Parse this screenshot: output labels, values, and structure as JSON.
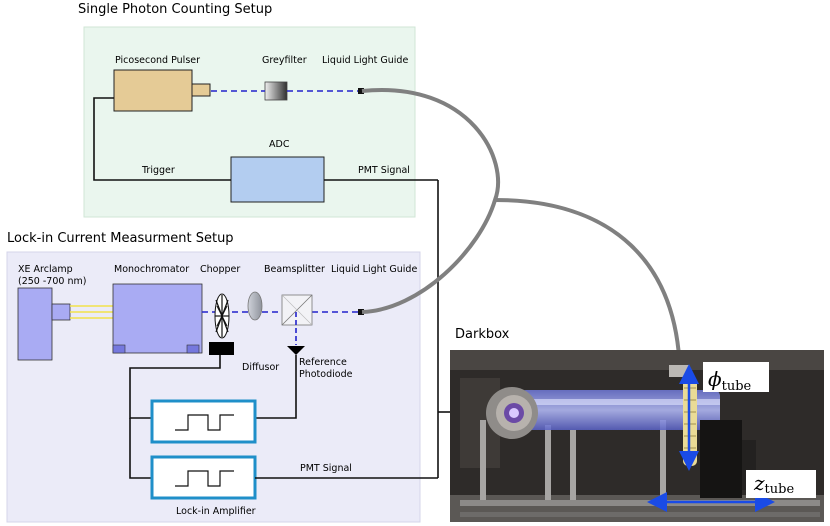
{
  "spc": {
    "title": "Single Photon Counting Setup",
    "pulser": "Picosecond Pulser",
    "greyfilter": "Greyfilter",
    "llg": "Liquid Light Guide",
    "adc": "ADC",
    "trigger": "Trigger",
    "pmt_signal": "PMT Signal"
  },
  "lockin": {
    "title": "Lock-in Current Measurment Setup",
    "arclamp_line1": "XE Arclamp",
    "arclamp_line2": "(250 -700 nm)",
    "monochromator": "Monochromator",
    "chopper": "Chopper",
    "beamsplitter": "Beamsplitter",
    "llg": "Liquid Light Guide",
    "diffusor": "Diffusor",
    "ref_line1": "Reference",
    "ref_line2": "Photodiode",
    "pmt_signal": "PMT Signal",
    "amplifier": "Lock-in Amplifier"
  },
  "darkbox": {
    "title": "Darkbox",
    "phi_symbol": "ϕ",
    "phi_sub": "tube",
    "z_symbol": "z",
    "z_sub": "tube"
  },
  "colors": {
    "spc_panel": "#eaf6ee",
    "lockin_panel": "#ebebf8",
    "pulser": "#e5cb96",
    "adc": "#b3cdf0",
    "lockin_blue": "#a9abf3",
    "amp_border": "#1f8fc9",
    "beam": "#2222cc",
    "fiber": "#808080",
    "arrow": "#1a4be6",
    "ring": "#eadb96"
  }
}
